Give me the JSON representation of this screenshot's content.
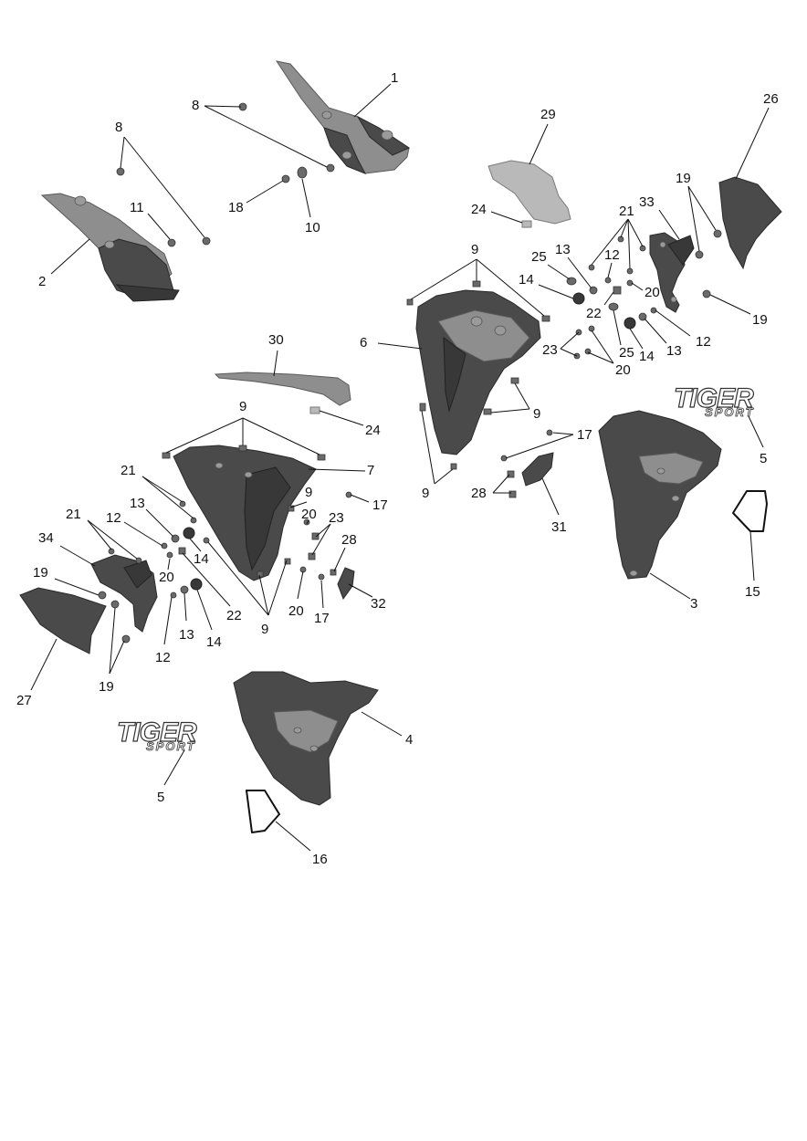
{
  "callouts": {
    "c1": "1",
    "c2": "2",
    "c3": "3",
    "c4": "4",
    "c5": "5",
    "c6": "6",
    "c7": "7",
    "c8": "8",
    "c9": "9",
    "c10": "10",
    "c11": "11",
    "c12": "12",
    "c13": "13",
    "c14": "14",
    "c15": "15",
    "c16": "16",
    "c17": "17",
    "c18": "18",
    "c19": "19",
    "c20": "20",
    "c21": "21",
    "c22": "22",
    "c23": "23",
    "c24": "24",
    "c25": "25",
    "c26": "26",
    "c27": "27",
    "c28": "28",
    "c29": "29",
    "c30": "30",
    "c31": "31",
    "c32": "32",
    "c33": "33",
    "c34": "34"
  },
  "logo": {
    "main": "TIGER",
    "sub": "SPORT"
  }
}
